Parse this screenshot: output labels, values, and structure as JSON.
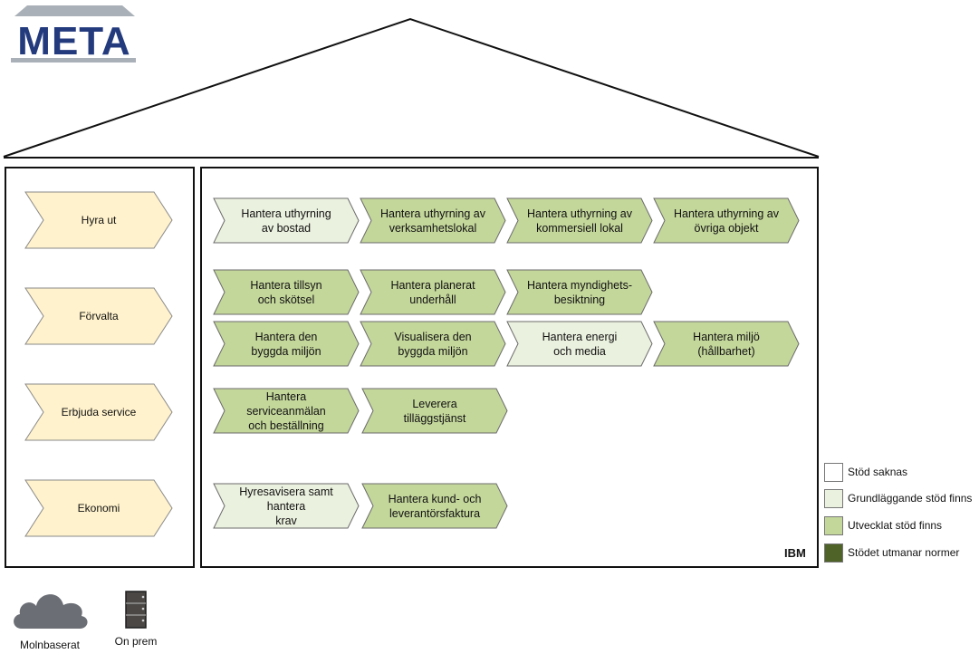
{
  "logo": {
    "text": "META"
  },
  "branch_label": "IBM",
  "capabilities": [
    {
      "label": "Hyra ut"
    },
    {
      "label": "Förvalta"
    },
    {
      "label": "Erbjuda service"
    },
    {
      "label": "Ekonomi"
    }
  ],
  "processes": [
    {
      "label": "Hantera uthyrning\nav bostad",
      "level": "basic"
    },
    {
      "label": "Hantera uthyrning av\nverksamhetslokal",
      "level": "developed"
    },
    {
      "label": "Hantera uthyrning av\nkommersiell lokal",
      "level": "developed"
    },
    {
      "label": "Hantera uthyrning av\növriga objekt",
      "level": "developed"
    },
    {
      "label": "Hantera tillsyn\noch skötsel",
      "level": "developed"
    },
    {
      "label": "Hantera planerat\nunderhåll",
      "level": "developed"
    },
    {
      "label": "Hantera myndighets-\nbesiktning",
      "level": "developed"
    },
    {
      "label": "Hantera den\nbyggda miljön",
      "level": "developed"
    },
    {
      "label": "Visualisera den\nbyggda miljön",
      "level": "developed"
    },
    {
      "label": "Hantera energi\noch media",
      "level": "basic"
    },
    {
      "label": "Hantera miljö\n(hållbarhet)",
      "level": "developed"
    },
    {
      "label": "Hantera serviceanmälan\noch beställning",
      "level": "developed"
    },
    {
      "label": "Leverera\ntilläggstjänst",
      "level": "developed"
    },
    {
      "label": "Hyresavisera samt hantera\nkrav",
      "level": "basic"
    },
    {
      "label": "Hantera kund- och\nleverantörsfaktura",
      "level": "developed"
    }
  ],
  "legend": [
    {
      "label": "Stöd saknas",
      "color": "#ffffff"
    },
    {
      "label": "Grundläggande stöd finns",
      "color": "#ebf1df"
    },
    {
      "label": "Utvecklat stöd finns",
      "color": "#c4d79b"
    },
    {
      "label": "Stödet utmanar normer",
      "color": "#4f6228"
    }
  ],
  "deployment": [
    {
      "label": "Molnbaserat",
      "icon": "cloud-icon"
    },
    {
      "label": "On prem",
      "icon": "server-icon"
    }
  ],
  "colors": {
    "capability_fill": "#fff2cc",
    "basic": "#ebf1df",
    "developed": "#c4d79b",
    "challenging": "#4f6228",
    "stroke": "#6b6b6b"
  }
}
